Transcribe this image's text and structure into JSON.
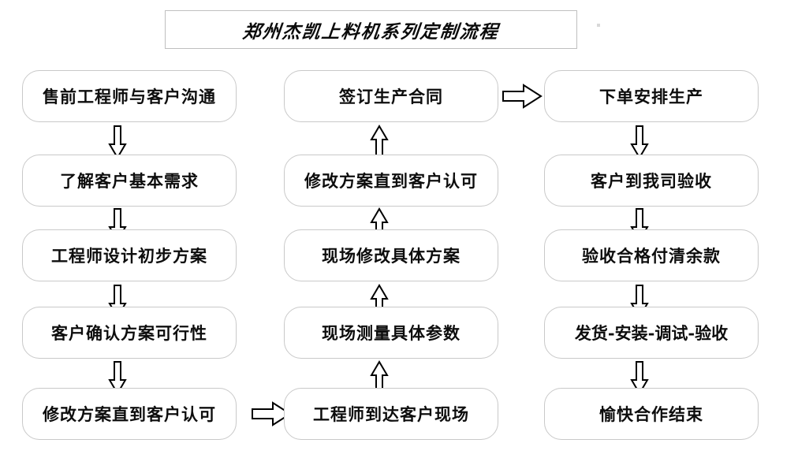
{
  "title": {
    "text": "郑州杰凯上料机系列定制流程"
  },
  "columns": {
    "left": {
      "name": "pre-sales-column",
      "nodes": [
        {
          "id": "l1",
          "label": "售前工程师与客户沟通"
        },
        {
          "id": "l2",
          "label": "了解客户基本需求"
        },
        {
          "id": "l3",
          "label": "工程师设计初步方案"
        },
        {
          "id": "l4",
          "label": "客户确认方案可行性"
        },
        {
          "id": "l5",
          "label": "修改方案直到客户认可"
        }
      ]
    },
    "middle": {
      "name": "on-site-column",
      "nodes": [
        {
          "id": "m1",
          "label": "签订生产合同"
        },
        {
          "id": "m2",
          "label": "修改方案直到客户认可"
        },
        {
          "id": "m3",
          "label": "现场修改具体方案"
        },
        {
          "id": "m4",
          "label": "现场测量具体参数"
        },
        {
          "id": "m5",
          "label": "工程师到达客户现场"
        }
      ]
    },
    "right": {
      "name": "production-column",
      "nodes": [
        {
          "id": "r1",
          "label": "下单安排生产"
        },
        {
          "id": "r2",
          "label": "客户到我司验收"
        },
        {
          "id": "r3",
          "label": "验收合格付清余款"
        },
        {
          "id": "r4",
          "label": "发货-安装-调试-验收"
        },
        {
          "id": "r5",
          "label": "愉快合作结束"
        }
      ]
    }
  },
  "connectors": [
    {
      "id": "cl1",
      "name": "arrow-down-l1-l2",
      "direction": "down"
    },
    {
      "id": "cl2",
      "name": "arrow-down-l2-l3",
      "direction": "down"
    },
    {
      "id": "cl3",
      "name": "arrow-down-l3-l4",
      "direction": "down"
    },
    {
      "id": "cl4",
      "name": "arrow-down-l4-l5",
      "direction": "down"
    },
    {
      "id": "cbridge1",
      "name": "arrow-right-l5-m5",
      "direction": "right"
    },
    {
      "id": "cm1",
      "name": "arrow-up-m5-m4",
      "direction": "up"
    },
    {
      "id": "cm2",
      "name": "arrow-up-m4-m3",
      "direction": "up"
    },
    {
      "id": "cm3",
      "name": "arrow-up-m3-m2",
      "direction": "up"
    },
    {
      "id": "cm4",
      "name": "arrow-up-m2-m1",
      "direction": "up"
    },
    {
      "id": "cbridge2",
      "name": "arrow-right-m1-r1",
      "direction": "right"
    },
    {
      "id": "cr1",
      "name": "arrow-down-r1-r2",
      "direction": "down"
    },
    {
      "id": "cr2",
      "name": "arrow-down-r2-r3",
      "direction": "down"
    },
    {
      "id": "cr3",
      "name": "arrow-down-r3-r4",
      "direction": "down"
    },
    {
      "id": "cr4",
      "name": "arrow-down-r4-r5",
      "direction": "down"
    }
  ],
  "colors": {
    "box_border": "#c9c9c9",
    "title_border": "#bfbfbf",
    "text": "#0d0d0d",
    "arrow_stroke": "#000000",
    "background": "#ffffff"
  }
}
